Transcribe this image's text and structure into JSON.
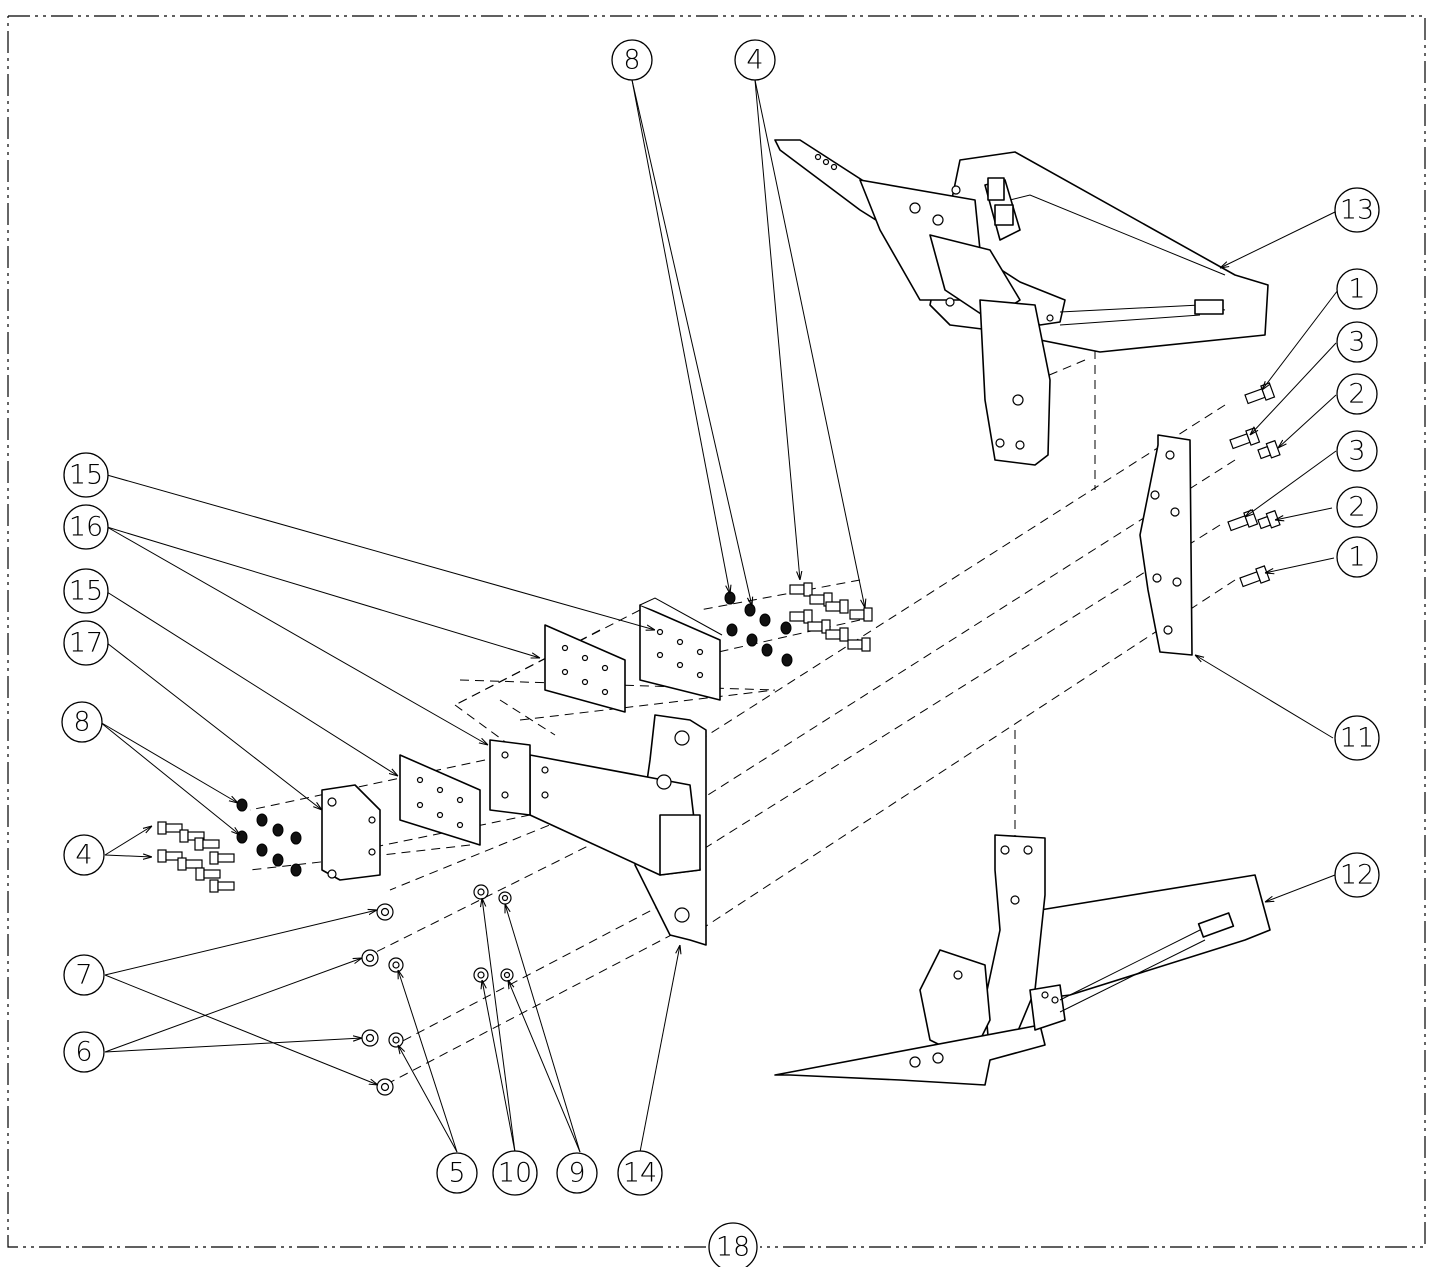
{
  "drawing": {
    "assembly_balloon": "18",
    "balloons": [
      {
        "id": "b8-top",
        "label": "8"
      },
      {
        "id": "b4-top",
        "label": "4"
      },
      {
        "id": "b13",
        "label": "13"
      },
      {
        "id": "b1-a",
        "label": "1"
      },
      {
        "id": "b3-a",
        "label": "3"
      },
      {
        "id": "b2-a",
        "label": "2"
      },
      {
        "id": "b3-b",
        "label": "3"
      },
      {
        "id": "b2-b",
        "label": "2"
      },
      {
        "id": "b1-b",
        "label": "1"
      },
      {
        "id": "b11",
        "label": "11"
      },
      {
        "id": "b15-a",
        "label": "15"
      },
      {
        "id": "b16",
        "label": "16"
      },
      {
        "id": "b15-b",
        "label": "15"
      },
      {
        "id": "b17",
        "label": "17"
      },
      {
        "id": "b8-left",
        "label": "8"
      },
      {
        "id": "b4-left",
        "label": "4"
      },
      {
        "id": "b7",
        "label": "7"
      },
      {
        "id": "b6",
        "label": "6"
      },
      {
        "id": "b12",
        "label": "12"
      },
      {
        "id": "b5",
        "label": "5"
      },
      {
        "id": "b10",
        "label": "10"
      },
      {
        "id": "b9",
        "label": "9"
      },
      {
        "id": "b14",
        "label": "14"
      }
    ]
  }
}
